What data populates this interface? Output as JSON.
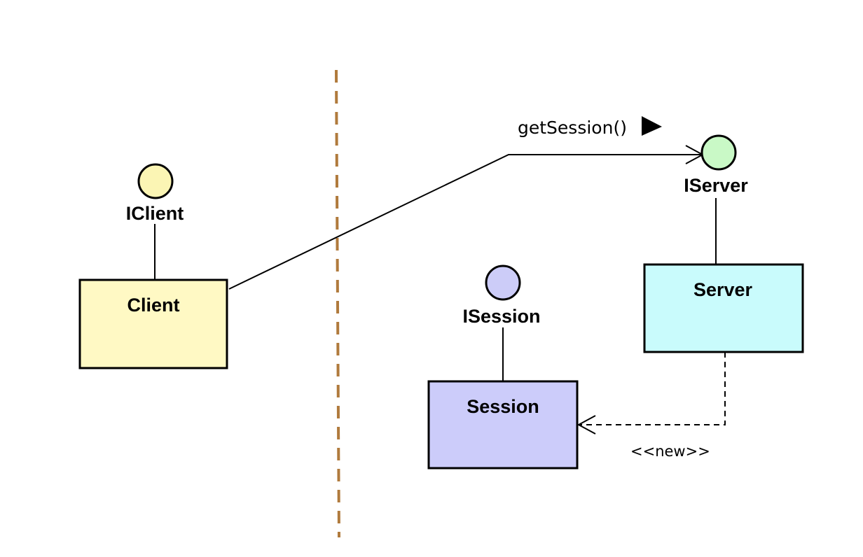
{
  "colors": {
    "client_fill": "#fff9c4",
    "client_iface_fill": "#fbf5b4",
    "server_fill": "#c9fbfc",
    "server_iface_fill": "#c9f9c6",
    "session_fill": "#ccccfa",
    "session_iface_fill": "#ccccf8",
    "boundary_color": "#b07a3c",
    "stroke": "#000000"
  },
  "components": {
    "client": {
      "label": "Client",
      "icon": "component-box"
    },
    "server": {
      "label": "Server",
      "icon": "component-box"
    },
    "session": {
      "label": "Session",
      "icon": "component-box"
    }
  },
  "interfaces": {
    "iclient": {
      "label": "IClient",
      "icon": "lollipop-interface"
    },
    "iserver": {
      "label": "IServer",
      "icon": "lollipop-interface"
    },
    "isession": {
      "label": "ISession",
      "icon": "lollipop-interface"
    }
  },
  "messages": {
    "get_session": {
      "label": "getSession()",
      "direction_icon": "right-triangle-arrow"
    },
    "create_session": {
      "stereotype": "<<new>>"
    }
  }
}
